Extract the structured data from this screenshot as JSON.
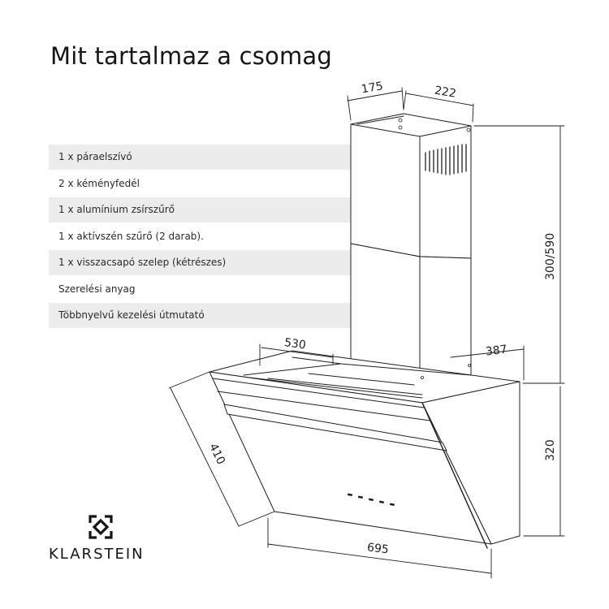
{
  "title": "Mit tartalmaz a csomag",
  "contents": [
    "1 x páraelszívó",
    "2 x kéményfedél",
    "1 x alumínium zsírszűrő",
    "1 x aktívszén szűrő (2 darab).",
    "1 x visszacsapó szelep (kétrészes)",
    "Szerelési anyag",
    "Többnyelvű kezelési útmutató"
  ],
  "dimensions": {
    "chimney_depth": "175",
    "chimney_width": "222",
    "chimney_height": "300/590",
    "hood_depth": "530",
    "hood_side_depth": "387",
    "glass_depth": "410",
    "hood_height": "320",
    "hood_width": "695"
  },
  "brand": {
    "name": "KLARSTEIN",
    "icon": "klarstein-logo-icon"
  },
  "colors": {
    "line": "#1f1f1f",
    "row_shade": "#ececec"
  }
}
